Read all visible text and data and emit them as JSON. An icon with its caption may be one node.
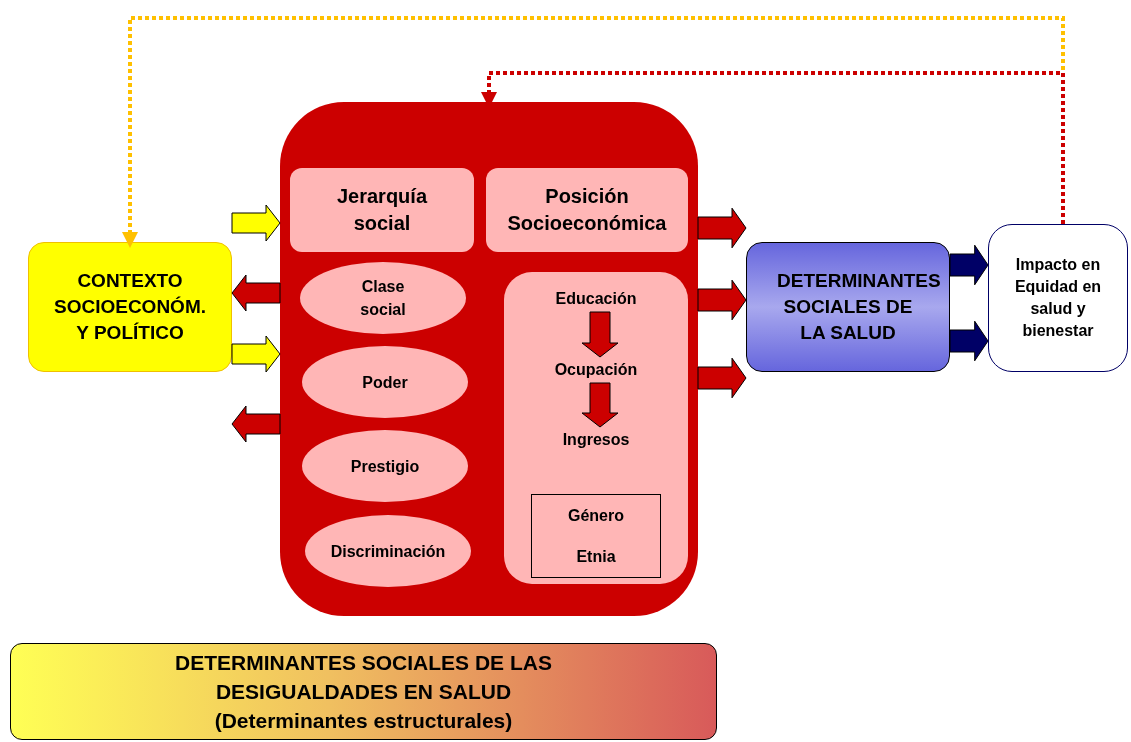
{
  "diagram": {
    "nodes": [
      {
        "text": [
          "CONTEXTO SOCIOECONÓM. Y POLÍTICO"
        ]
      },
      {
        "text": [],
        "shape": "box"
      },
      {
        "text": [
          "Jerarquía social"
        ],
        "in": 1
      },
      {
        "text": [
          "Posición Socioeconómica"
        ],
        "in": 1
      },
      {
        "text": [
          "Clase social"
        ],
        "in": 1
      },
      {
        "text": [
          "Poder"
        ],
        "in": 1
      },
      {
        "text": [
          "Prestigio"
        ],
        "in": 1
      },
      {
        "text": [
          "Discriminación"
        ],
        "in": 1
      },
      {
        "text": [],
        "shape": "box",
        "in": 1
      },
      {
        "text": [
          "Educación"
        ],
        "in": 8
      },
      {
        "text": [
          "Ocupación"
        ],
        "in": 8
      },
      {
        "text": [
          "Ingresos"
        ],
        "in": 8
      },
      {
        "text": [
          "Género",
          "Etnia"
        ],
        "in": 8
      },
      {
        "text": [
          "DETERMINANTES SOCIALES DE LA SALUD"
        ]
      },
      {
        "text": [
          "Impacto en Equidad en salud y bienestar"
        ]
      },
      {
        "text": [
          "DETERMINANTES SOCIALES DE LAS DESIGUALDADES EN SALUD",
          "(Determinantes estructurales)"
        ]
      }
    ],
    "edges": [
      {
        "from": 0,
        "to": 1,
        "arrow": "to",
        "color": "#ffff00"
      },
      {
        "from": 1,
        "to": 0,
        "arrow": "to",
        "color": "#cc0000"
      },
      {
        "from": 0,
        "to": 1,
        "arrow": "to",
        "color": "#ffff00"
      },
      {
        "from": 1,
        "to": 0,
        "arrow": "to",
        "color": "#cc0000"
      },
      {
        "from": 1,
        "to": 13,
        "arrow": "to",
        "color": "#cc0000"
      },
      {
        "from": 1,
        "to": 13,
        "arrow": "to",
        "color": "#cc0000"
      },
      {
        "from": 1,
        "to": 13,
        "arrow": "to",
        "color": "#cc0000"
      },
      {
        "from": 9,
        "to": 10,
        "arrow": "to",
        "color": "#cc0000"
      },
      {
        "from": 10,
        "to": 11,
        "arrow": "to",
        "color": "#cc0000"
      },
      {
        "from": 13,
        "to": 14,
        "arrow": "to",
        "color": "#000066"
      },
      {
        "from": 13,
        "to": 14,
        "arrow": "to",
        "color": "#000066"
      },
      {
        "from": 14,
        "to": 0,
        "arrow": "to",
        "style": "dashed",
        "color": "#ffc000"
      },
      {
        "from": 14,
        "to": 1,
        "arrow": "to",
        "style": "dashed",
        "color": "#cc0000"
      }
    ]
  }
}
